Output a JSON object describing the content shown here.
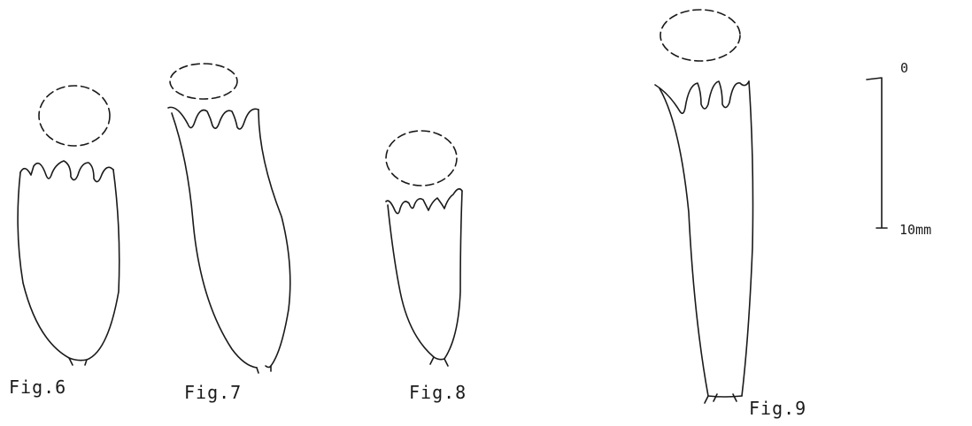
{
  "figures": [
    {
      "id": "fig6",
      "label": "Fig.6"
    },
    {
      "id": "fig7",
      "label": "Fig.7"
    },
    {
      "id": "fig8",
      "label": "Fig.8"
    },
    {
      "id": "fig9",
      "label": "Fig.9"
    }
  ],
  "scale_bar": {
    "top_label": "0",
    "bottom_label": "10mm"
  },
  "colors": {
    "ink": "#1a1a1a",
    "paper": "#ffffff"
  }
}
